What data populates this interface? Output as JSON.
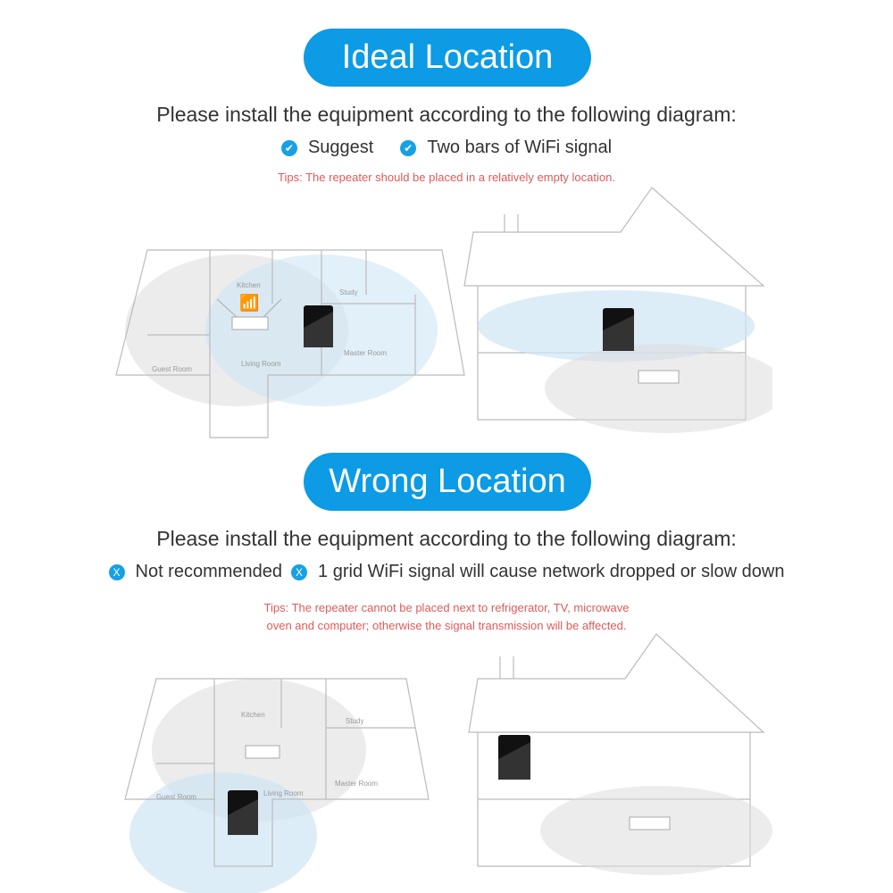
{
  "ideal": {
    "title": "Ideal Location",
    "instruction": "Please install the equipment according to the following diagram:",
    "items": [
      "Suggest",
      "Two bars of WiFi signal"
    ],
    "check_icon": "✔",
    "tip": "Tips: The repeater should be placed in a relatively empty location."
  },
  "wrong": {
    "title": "Wrong Location",
    "instruction": "Please install the equipment according to the following diagram:",
    "items": [
      "Not recommended",
      "1 grid WiFi signal  will cause network dropped or slow down"
    ],
    "x_icon": "X",
    "tip_lines": [
      "Tips: The repeater cannot be placed next to refrigerator, TV, microwave",
      "oven and computer;  otherwise the signal transmission will be affected."
    ]
  },
  "rooms": {
    "kitchen": "Kitchen",
    "study": "Study",
    "guest1": "Guest Room",
    "guest2": "Guest Room",
    "living": "Living Room",
    "master": "Master Room"
  },
  "colors": {
    "accent": "#0c9be4",
    "tip": "#e05a57"
  }
}
